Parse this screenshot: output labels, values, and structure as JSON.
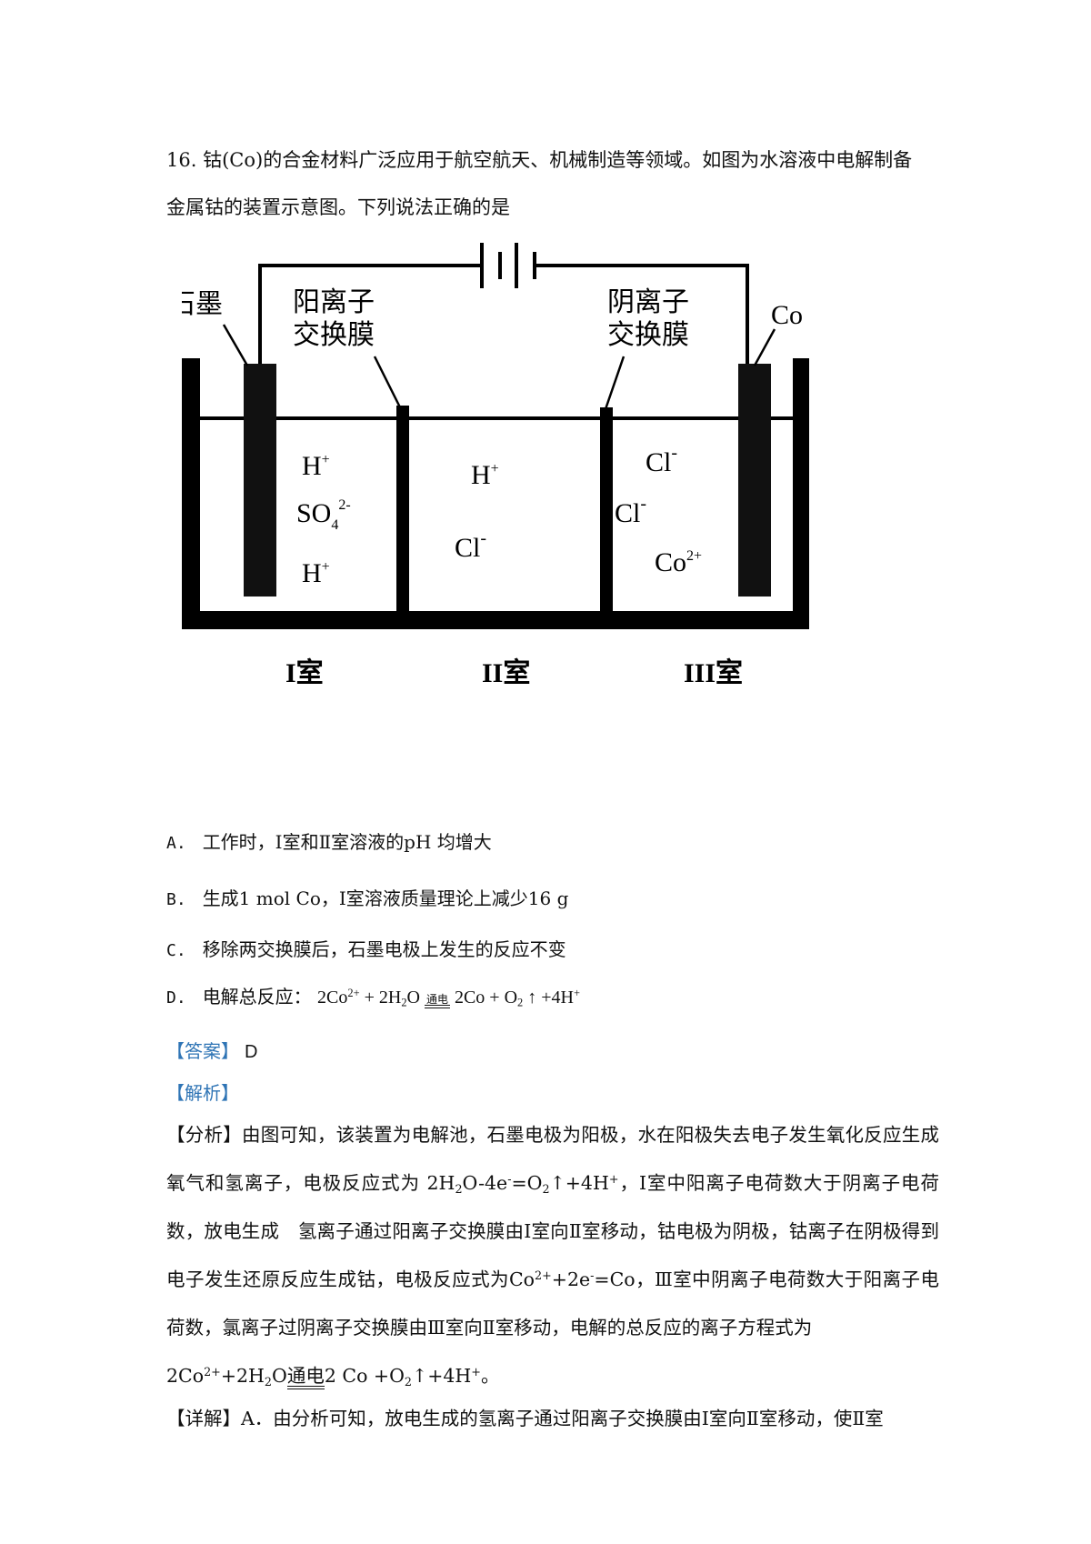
{
  "question": {
    "number": "16.",
    "stem_line1": "钴(Co)的合金材料广泛应用于航空航天、机械制造等领域。如图为水溶液中电解制备",
    "stem_line2": "金属钴的装置示意图。下列说法正确的是"
  },
  "diagram": {
    "electrode_left": "石墨",
    "electrode_right": "Co",
    "membrane_left_line1": "阳离子",
    "membrane_left_line2": "交换膜",
    "membrane_right_line1": "阴离子",
    "membrane_right_line2": "交换膜",
    "room1": {
      "label": "I室",
      "ion1": "H",
      "ion1_sup": "+",
      "ion2": "SO",
      "ion2_sub": "4",
      "ion2_sup": "2-",
      "ion3": "H",
      "ion3_sup": "+"
    },
    "room2": {
      "label": "II室",
      "ion1": "H",
      "ion1_sup": "+",
      "ion2": "Cl",
      "ion2_sup": "-"
    },
    "room3": {
      "label": "III室",
      "ion1": "Cl",
      "ion1_sup": "-",
      "ion2": "Cl",
      "ion2_sup": "-",
      "ion3": "Co",
      "ion3_sup": "2+"
    }
  },
  "options": {
    "a": {
      "letter": "A.",
      "text": "工作时，Ⅰ室和Ⅱ室溶液的pH 均增大"
    },
    "b": {
      "letter": "B.",
      "text": "生成1 mol Co，Ⅰ室溶液质量理论上减少16 g"
    },
    "c": {
      "letter": "C.",
      "text": "移除两交换膜后，石墨电极上发生的反应不变"
    },
    "d": {
      "letter": "D.",
      "prefix": "电解总反应：",
      "co": "2Co",
      "co_charge": "2+",
      "water": "+ 2H",
      "water_sub": "2",
      "water_o": "O",
      "condition": "通电",
      "products": "2Co + O",
      "o_sub": "2",
      "tail": "↑ +4H",
      "h_charge": "+"
    }
  },
  "answer": {
    "tag": "【答案】",
    "value": "D"
  },
  "analysis_tag": "【解析】",
  "analysis": {
    "lead": "【分析】",
    "t1": "由图可知，该装置为电解池，石墨电极为阳极，水在阳极失去电子发生氧化反应生成氧气和氢离子，电极反应式为 2H",
    "t1_sub": "2",
    "t2": "O-4e",
    "t2_sup": "-",
    "t3": "=O",
    "t3_sub": "2",
    "t4": "↑+4H",
    "t4_sup": "+",
    "t5": "，Ⅰ室中阳离子电荷数大于阴离子电荷数，放电生成　氢离子通过阳离子交换膜由Ⅰ室向Ⅱ室移动，钴电极为阴极，钴离子在阴极得到电子发生还原反应生成钴，电极反应式为Co",
    "t5_sup": "2+",
    "t6": "+2e",
    "t6_sup": "-",
    "t7": "=Co，Ⅲ室中阴离子电荷数大于阳离子电荷数，氯离子过阴离子交换膜由Ⅲ室向Ⅱ室移动，电解的总反应的离子方程式为",
    "eq_co": "2Co",
    "eq_co_sup": "2+",
    "eq_w": "+2H",
    "eq_w_sub": "2",
    "eq_o": "O",
    "eq_cond": "通电",
    "eq_p": "2 Co +O",
    "eq_p_sub": "2",
    "eq_tail": "↑+4H",
    "eq_tail_sup": "+",
    "eq_end": "。"
  },
  "detail": {
    "lead": "【详解】",
    "text": "A．由分析可知，放电生成的氢离子通过阳离子交换膜由Ⅰ室向Ⅱ室移动，使Ⅱ室"
  }
}
